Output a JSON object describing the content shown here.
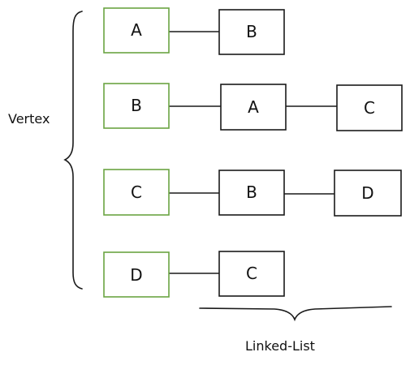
{
  "vertex_label": "Vertex",
  "linked_list_label": "Linked-List",
  "colors": {
    "vertex_border": "#6aa442",
    "node_border": "#1a1a1a",
    "edge": "#1a1a1a",
    "text": "#111111"
  },
  "rows": [
    {
      "vertex": "A",
      "list": [
        "B"
      ]
    },
    {
      "vertex": "B",
      "list": [
        "A",
        "C"
      ]
    },
    {
      "vertex": "C",
      "list": [
        "B",
        "D"
      ]
    },
    {
      "vertex": "D",
      "list": [
        "C"
      ]
    }
  ]
}
